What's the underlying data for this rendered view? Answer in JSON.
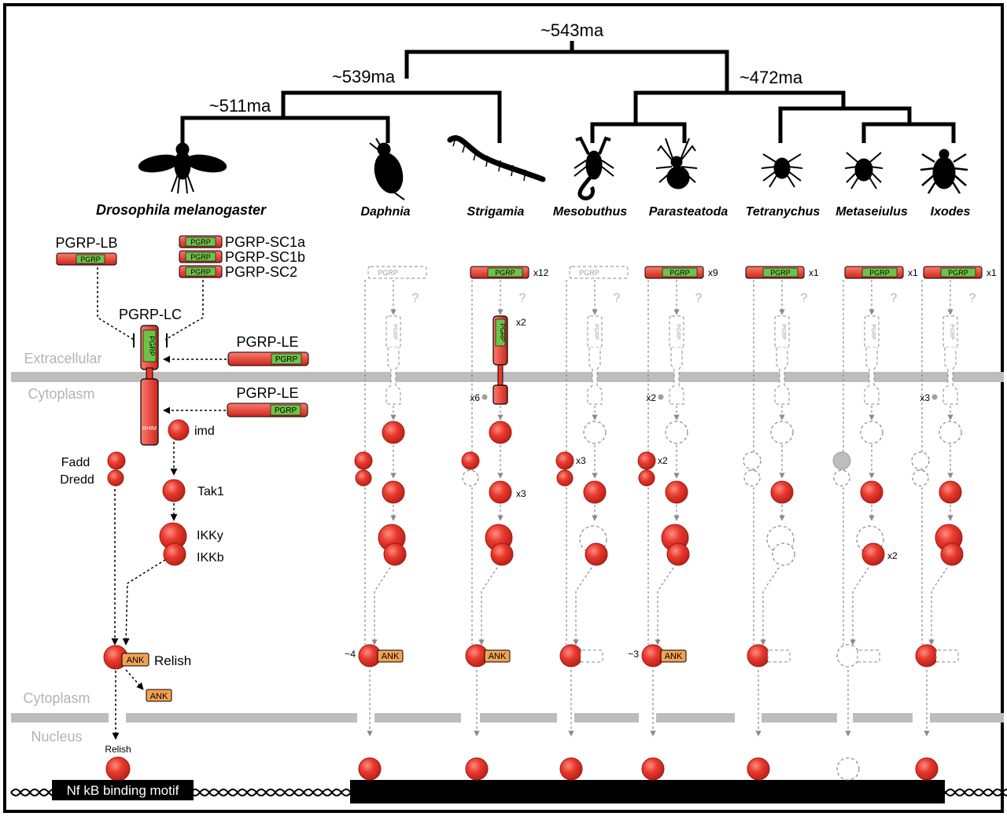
{
  "colors": {
    "protein_red": "#e8392e",
    "pgrp_green": "#6ec24a",
    "ank_orange": "#f2a254",
    "membrane_grey": "#bdbdbd",
    "label_grey": "#b3b3b3",
    "absent_grey": "#9e9e9e"
  },
  "tree": {
    "root_age": "~543ma",
    "left_age": "~539ma",
    "right_age": "~472ma",
    "insect_age": "~511ma"
  },
  "species": [
    {
      "name": "Drosophila melanogaster",
      "silhouette": "fly-icon"
    },
    {
      "name": "Daphnia",
      "silhouette": "daphnia-icon"
    },
    {
      "name": "Strigamia",
      "silhouette": "centipede-icon"
    },
    {
      "name": "Mesobuthus",
      "silhouette": "scorpion-icon"
    },
    {
      "name": "Parasteatoda",
      "silhouette": "spider-icon"
    },
    {
      "name": "Tetranychus",
      "silhouette": "mite-icon"
    },
    {
      "name": "Metaseiulus",
      "silhouette": "mite-icon"
    },
    {
      "name": "Ixodes",
      "silhouette": "tick-icon"
    }
  ],
  "compartments": {
    "extracellular": "Extracellular",
    "cytoplasm_top": "Cytoplasm",
    "cytoplasm_bottom": "Cytoplasm",
    "nucleus": "Nucleus"
  },
  "drosophila": {
    "pgrp_lb": "PGRP-LB",
    "pgrp_sc1a": "PGRP-SC1a",
    "pgrp_sc1b": "PGRP-SC1b",
    "pgrp_sc2": "PGRP-SC2",
    "pgrp_lc": "PGRP-LC",
    "pgrp_le_extra": "PGRP-LE",
    "pgrp_le_cyto": "PGRP-LE",
    "domain_pgrp": "PGRP",
    "domain_rhim": "RHIM",
    "domain_ank": "ANK",
    "imd": "imd",
    "fadd": "Fadd",
    "dredd": "Dredd",
    "tak1": "Tak1",
    "ikk_gamma": "IKKy",
    "ikk_beta": "IKKb",
    "relish": "Relish",
    "relish_nuclear": "Relish",
    "binding_motif": "Nf kB binding motif"
  },
  "counts": {
    "strigamia_pgrp": "x12",
    "parasteatoda_pgrp": "x9",
    "tetranychus_pgrp": "x1",
    "metaseiulus_pgrp": "x1",
    "ixodes_pgrp": "x1",
    "strigamia_receptor": "x2",
    "strigamia_rhim": "x6",
    "parasteatoda_rhim": "x2",
    "ixodes_rhim": "x3",
    "mesobuthus_fadd": "x3",
    "parasteatoda_fadd": "x2",
    "strigamia_tak1": "x3",
    "metaseiulus_ikk": "x2",
    "daphnia_relish": "~4",
    "parasteatoda_relish": "~3"
  },
  "unknown_marker": "?"
}
